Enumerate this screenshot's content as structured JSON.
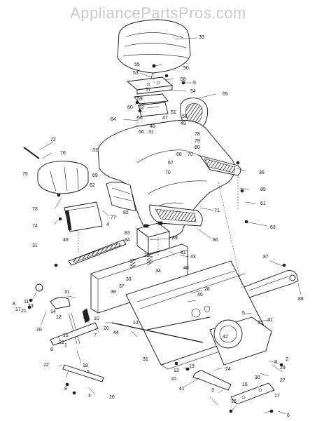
{
  "watermark": "AppliancePartsPros.com",
  "callouts": [
    {
      "id": "c39",
      "t": "39"
    },
    {
      "id": "c55",
      "t": "55"
    },
    {
      "id": "c50",
      "t": "50"
    },
    {
      "id": "c53",
      "t": "53"
    },
    {
      "id": "c58",
      "t": "58"
    },
    {
      "id": "c5a",
      "t": "5"
    },
    {
      "id": "c57",
      "t": "57"
    },
    {
      "id": "c54",
      "t": "54"
    },
    {
      "id": "c65",
      "t": "65"
    },
    {
      "id": "c59",
      "t": "59"
    },
    {
      "id": "c60",
      "t": "60"
    },
    {
      "id": "c52",
      "t": "52"
    },
    {
      "id": "c51",
      "t": "51"
    },
    {
      "id": "c56a",
      "t": "56"
    },
    {
      "id": "c47",
      "t": "47"
    },
    {
      "id": "c56b",
      "t": "56"
    },
    {
      "id": "c64",
      "t": "64"
    },
    {
      "id": "c48",
      "t": "48"
    },
    {
      "id": "c49",
      "t": "49"
    },
    {
      "id": "c78",
      "t": "78"
    },
    {
      "id": "c66",
      "t": "66"
    },
    {
      "id": "c31a",
      "t": "31"
    },
    {
      "id": "c79",
      "t": "79"
    },
    {
      "id": "c80",
      "t": "80"
    },
    {
      "id": "c72",
      "t": "72"
    },
    {
      "id": "c76",
      "t": "76"
    },
    {
      "id": "c31b",
      "t": "31"
    },
    {
      "id": "c68",
      "t": "68"
    },
    {
      "id": "c70a",
      "t": "70"
    },
    {
      "id": "c67",
      "t": "67"
    },
    {
      "id": "c75",
      "t": "75"
    },
    {
      "id": "c70b",
      "t": "70"
    },
    {
      "id": "c36",
      "t": "36"
    },
    {
      "id": "c69",
      "t": "69"
    },
    {
      "id": "c62",
      "t": "62"
    },
    {
      "id": "c85",
      "t": "85"
    },
    {
      "id": "c73",
      "t": "73"
    },
    {
      "id": "c82",
      "t": "82"
    },
    {
      "id": "c61",
      "t": "61"
    },
    {
      "id": "c71",
      "t": "71"
    },
    {
      "id": "c77",
      "t": "77"
    },
    {
      "id": "c74",
      "t": "74"
    },
    {
      "id": "c4a",
      "t": "4"
    },
    {
      "id": "c63",
      "t": "63"
    },
    {
      "id": "c83",
      "t": "83"
    },
    {
      "id": "c84",
      "t": "84"
    },
    {
      "id": "c89",
      "t": "89"
    },
    {
      "id": "c31c",
      "t": "31"
    },
    {
      "id": "c46",
      "t": "46"
    },
    {
      "id": "c86",
      "t": "86"
    },
    {
      "id": "c81",
      "t": "81"
    },
    {
      "id": "c43",
      "t": "43"
    },
    {
      "id": "c87",
      "t": "87"
    },
    {
      "id": "c35",
      "t": "35"
    },
    {
      "id": "c34",
      "t": "34"
    },
    {
      "id": "c40",
      "t": "40"
    },
    {
      "id": "c33",
      "t": "33"
    },
    {
      "id": "c37",
      "t": "37"
    },
    {
      "id": "c38",
      "t": "38"
    },
    {
      "id": "c88",
      "t": "88"
    },
    {
      "id": "c11",
      "t": "11"
    },
    {
      "id": "c23",
      "t": "23"
    },
    {
      "id": "c31d",
      "t": "31"
    },
    {
      "id": "c45",
      "t": "45"
    },
    {
      "id": "c28",
      "t": "28"
    },
    {
      "id": "c8a",
      "t": "8"
    },
    {
      "id": "c17a",
      "t": "17"
    },
    {
      "id": "c21a",
      "t": "21"
    },
    {
      "id": "c14",
      "t": "14"
    },
    {
      "id": "c12",
      "t": "12"
    },
    {
      "id": "c10a",
      "t": "10"
    },
    {
      "id": "c5b",
      "t": "5"
    },
    {
      "id": "c32",
      "t": "32"
    },
    {
      "id": "c31e",
      "t": "31"
    },
    {
      "id": "c20a",
      "t": "20"
    },
    {
      "id": "c21b",
      "t": "21"
    },
    {
      "id": "c15a",
      "t": "15"
    },
    {
      "id": "c20b",
      "t": "20"
    },
    {
      "id": "c7",
      "t": "7"
    },
    {
      "id": "c44",
      "t": "44"
    },
    {
      "id": "c13a",
      "t": "13"
    },
    {
      "id": "c42",
      "t": "42"
    },
    {
      "id": "c1",
      "t": "1"
    },
    {
      "id": "c8b",
      "t": "8"
    },
    {
      "id": "c18",
      "t": "18"
    },
    {
      "id": "c22",
      "t": "22"
    },
    {
      "id": "c5c",
      "t": "5"
    },
    {
      "id": "c31f",
      "t": "31"
    },
    {
      "id": "c13b",
      "t": "13"
    },
    {
      "id": "c19",
      "t": "19"
    },
    {
      "id": "c24",
      "t": "24"
    },
    {
      "id": "c10b",
      "t": "10"
    },
    {
      "id": "c41",
      "t": "41"
    },
    {
      "id": "c30",
      "t": "30"
    },
    {
      "id": "c9",
      "t": "9"
    },
    {
      "id": "c29",
      "t": "29"
    },
    {
      "id": "c2",
      "t": "2"
    },
    {
      "id": "c27",
      "t": "27"
    },
    {
      "id": "c8c",
      "t": "8"
    },
    {
      "id": "c3",
      "t": "3"
    },
    {
      "id": "c16",
      "t": "16"
    },
    {
      "id": "c17b",
      "t": "17"
    },
    {
      "id": "c15b",
      "t": "15"
    },
    {
      "id": "c4b",
      "t": "4"
    },
    {
      "id": "c26",
      "t": "26"
    },
    {
      "id": "c6",
      "t": "6"
    }
  ]
}
